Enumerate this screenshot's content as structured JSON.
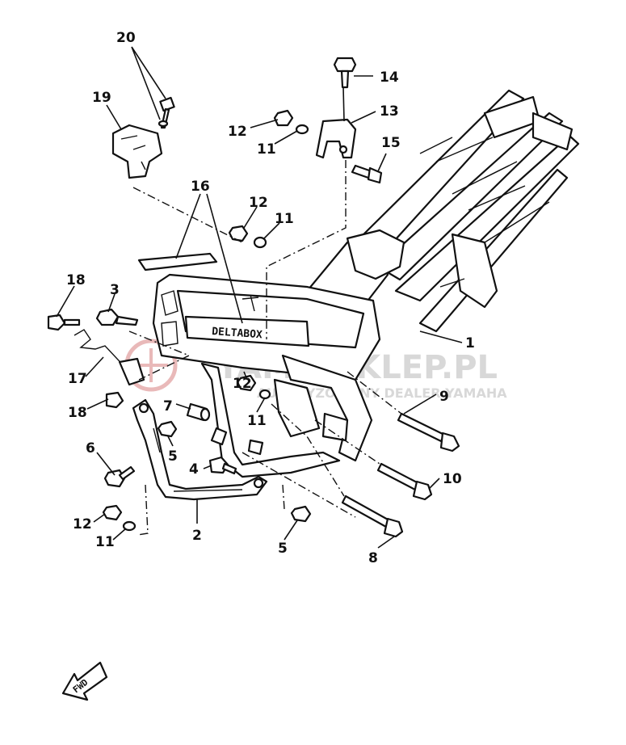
{
  "watermark": {
    "main": "YAMA-SKLEP.PL",
    "sub": "AUTORYZOWANY DEALER YAMAHA"
  },
  "frame_decal": "DELTABOX",
  "fwd_marker": "FWD",
  "callouts": [
    {
      "id": "c20",
      "label": "20"
    },
    {
      "id": "c19",
      "label": "19"
    },
    {
      "id": "c14",
      "label": "14"
    },
    {
      "id": "c13",
      "label": "13"
    },
    {
      "id": "c12a",
      "label": "12"
    },
    {
      "id": "c11a",
      "label": "11"
    },
    {
      "id": "c15",
      "label": "15"
    },
    {
      "id": "c16",
      "label": "16"
    },
    {
      "id": "c12b",
      "label": "12"
    },
    {
      "id": "c11b",
      "label": "11"
    },
    {
      "id": "c18a",
      "label": "18"
    },
    {
      "id": "c3",
      "label": "3"
    },
    {
      "id": "c1",
      "label": "1"
    },
    {
      "id": "c17",
      "label": "17"
    },
    {
      "id": "c12c",
      "label": "12"
    },
    {
      "id": "c9",
      "label": "9"
    },
    {
      "id": "c18b",
      "label": "18"
    },
    {
      "id": "c7",
      "label": "7"
    },
    {
      "id": "c11c",
      "label": "11"
    },
    {
      "id": "c5a",
      "label": "5"
    },
    {
      "id": "c6",
      "label": "6"
    },
    {
      "id": "c4",
      "label": "4"
    },
    {
      "id": "c10",
      "label": "10"
    },
    {
      "id": "c12d",
      "label": "12"
    },
    {
      "id": "c11d",
      "label": "11"
    },
    {
      "id": "c2",
      "label": "2"
    },
    {
      "id": "c5b",
      "label": "5"
    },
    {
      "id": "c8",
      "label": "8"
    }
  ]
}
